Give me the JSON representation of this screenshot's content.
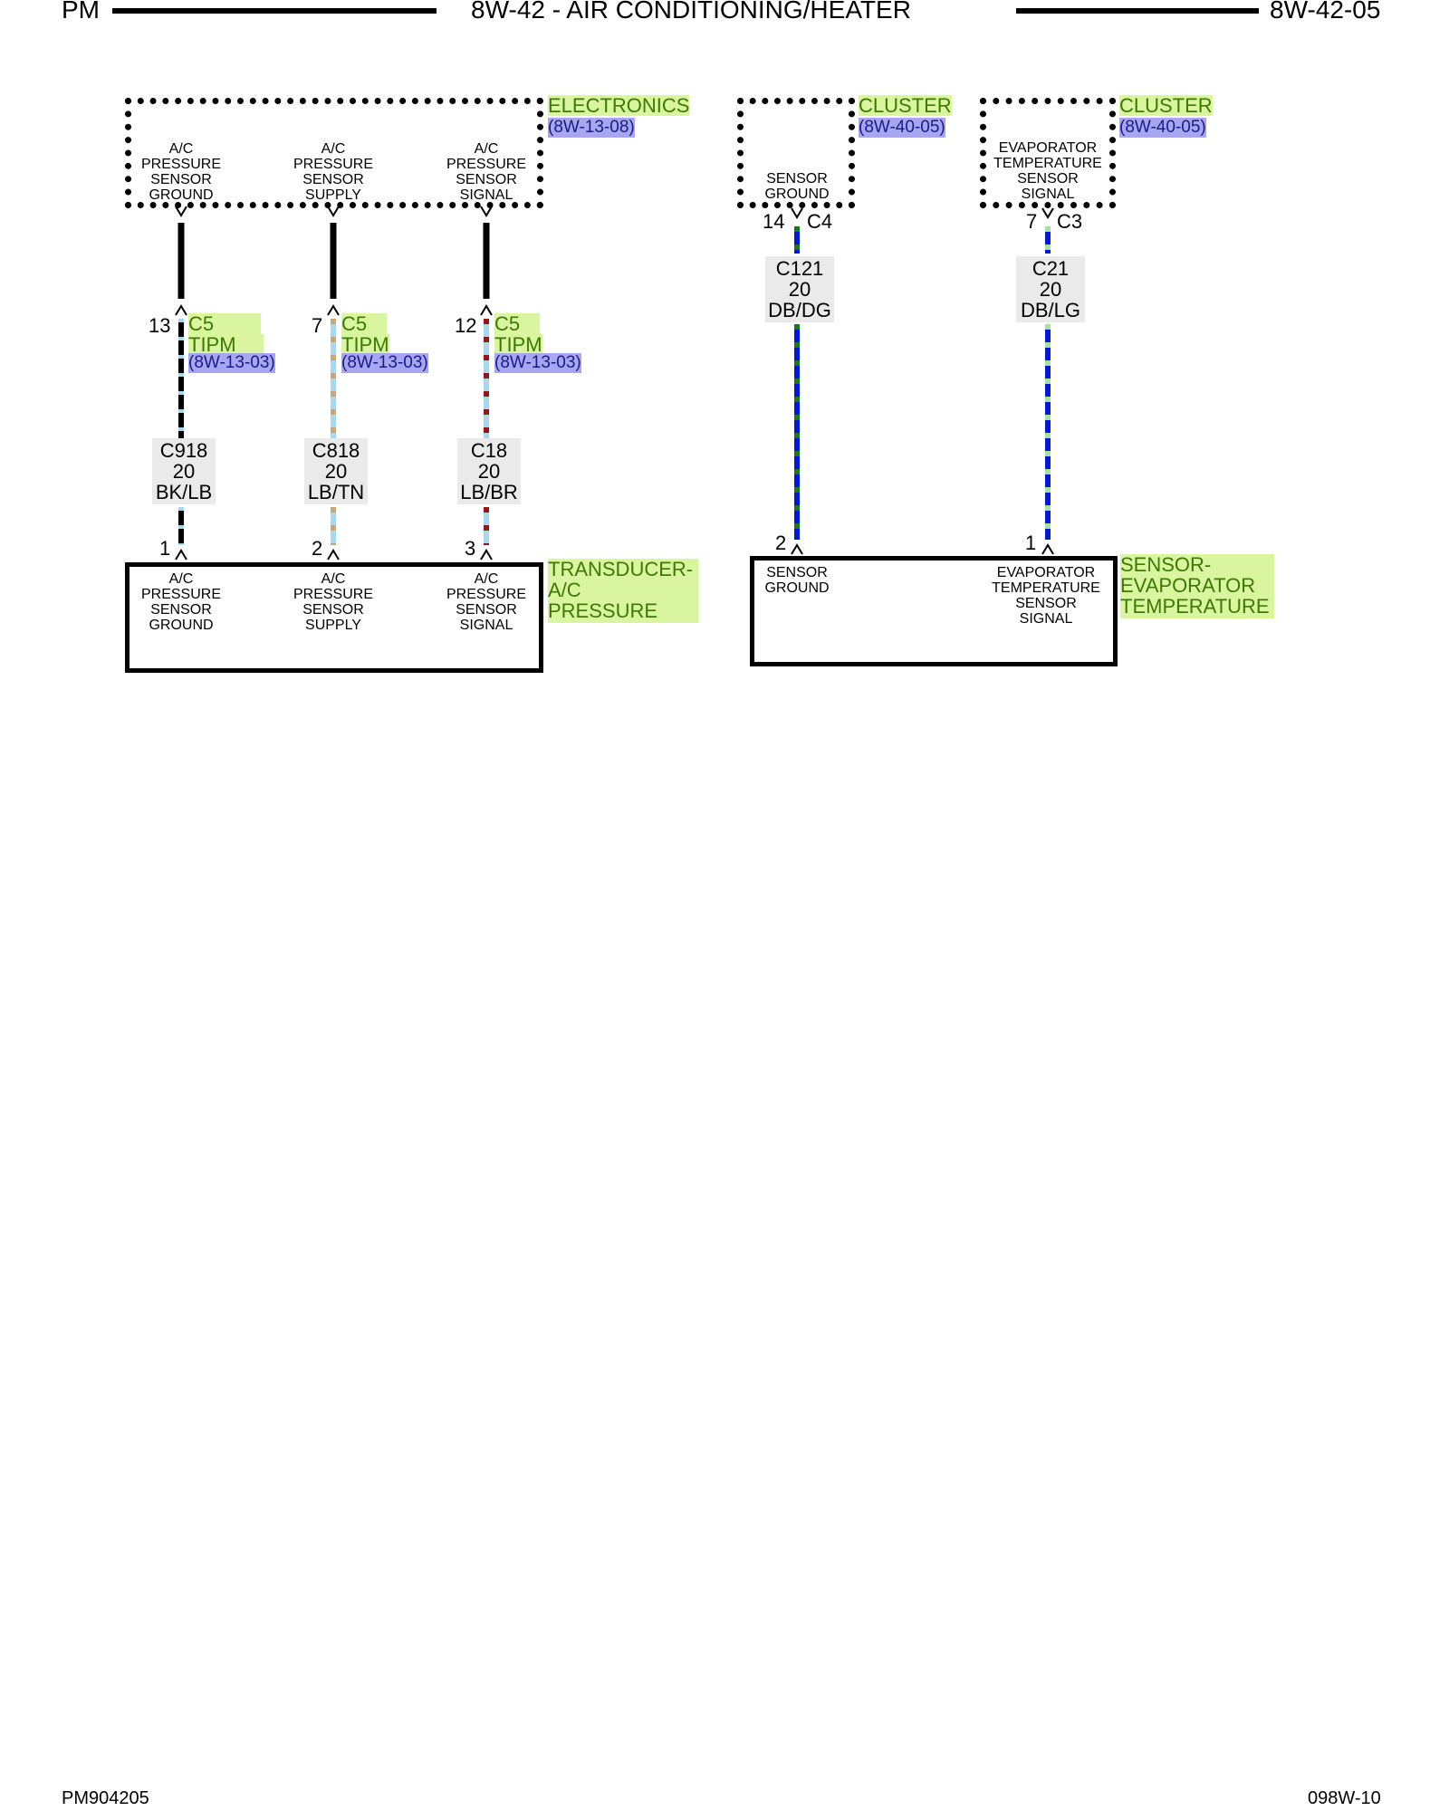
{
  "header": {
    "left": "PM",
    "title": "8W-42 - AIR CONDITIONING/HEATER",
    "right": "8W-42-05"
  },
  "footer": {
    "left": "PM904205",
    "right": "098W-10"
  },
  "colors": {
    "black_wire": "#000000",
    "light_blue": "#a6d8f0",
    "tan": "#c8a878",
    "brown": "#8b1a1a",
    "dark_blue": "#0018d8",
    "dark_green": "#1a7a1a",
    "light_green": "#a8e0a0",
    "tag_green_bg": "#d9f5a0",
    "tag_blue_bg": "#a7a6f0"
  },
  "electronics": {
    "name": "ELECTRONICS",
    "ref": "(8W-13-08)",
    "pins": [
      {
        "label": [
          "A/C",
          "PRESSURE",
          "SENSOR",
          "GROUND"
        ]
      },
      {
        "label": [
          "A/C",
          "PRESSURE",
          "SENSOR",
          "SUPPLY"
        ]
      },
      {
        "label": [
          "A/C",
          "PRESSURE",
          "SENSOR",
          "SIGNAL"
        ]
      }
    ]
  },
  "tipm_connectors": [
    {
      "pin": "13",
      "conn": "C5",
      "name": "TIPM",
      "ref": "(8W-13-03)"
    },
    {
      "pin": "7",
      "conn": "C5",
      "name": "TIPM",
      "ref": "(8W-13-03)"
    },
    {
      "pin": "12",
      "conn": "C5",
      "name": "TIPM",
      "ref": "(8W-13-03)"
    }
  ],
  "left_wires": [
    {
      "circuit": "C918",
      "gauge": "20",
      "color": "BK/LB"
    },
    {
      "circuit": "C818",
      "gauge": "20",
      "color": "LB/TN"
    },
    {
      "circuit": "C18",
      "gauge": "20",
      "color": "LB/BR"
    }
  ],
  "transducer": {
    "name_lines": [
      "TRANSDUCER-",
      "A/C",
      "PRESSURE"
    ],
    "pins": [
      {
        "pin": "1",
        "label": [
          "A/C",
          "PRESSURE",
          "SENSOR",
          "GROUND"
        ]
      },
      {
        "pin": "2",
        "label": [
          "A/C",
          "PRESSURE",
          "SENSOR",
          "SUPPLY"
        ]
      },
      {
        "pin": "3",
        "label": [
          "A/C",
          "PRESSURE",
          "SENSOR",
          "SIGNAL"
        ]
      }
    ]
  },
  "cluster_left": {
    "name": "CLUSTER",
    "ref": "(8W-40-05)",
    "label": [
      "SENSOR",
      "GROUND"
    ],
    "pin": "14",
    "conn": "C4"
  },
  "cluster_right": {
    "name": "CLUSTER",
    "ref": "(8W-40-05)",
    "label": [
      "EVAPORATOR",
      "TEMPERATURE",
      "SENSOR",
      "SIGNAL"
    ],
    "pin": "7",
    "conn": "C3"
  },
  "right_wires": [
    {
      "circuit": "C121",
      "gauge": "20",
      "color": "DB/DG"
    },
    {
      "circuit": "C21",
      "gauge": "20",
      "color": "DB/LG"
    }
  ],
  "evap_sensor": {
    "name_lines": [
      "SENSOR-",
      "EVAPORATOR",
      "TEMPERATURE"
    ],
    "pins": [
      {
        "pin": "2",
        "label": [
          "SENSOR",
          "GROUND"
        ]
      },
      {
        "pin": "1",
        "label": [
          "EVAPORATOR",
          "TEMPERATURE",
          "SENSOR",
          "SIGNAL"
        ]
      }
    ]
  }
}
